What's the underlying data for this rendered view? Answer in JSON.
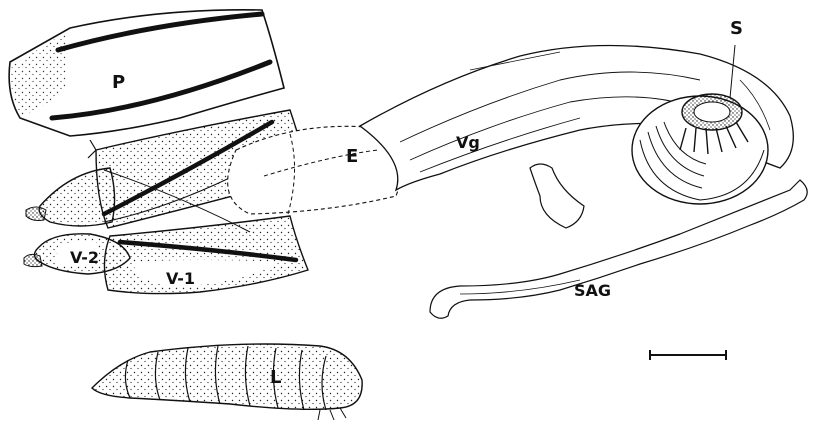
{
  "labels": {
    "p": "P",
    "e": "E",
    "vg": "Vg",
    "s": "S",
    "v2": "V-2",
    "v1": "V-1",
    "sag": "SAG",
    "l": "L"
  },
  "colors": {
    "ink": "#111111",
    "paper": "#ffffff"
  }
}
